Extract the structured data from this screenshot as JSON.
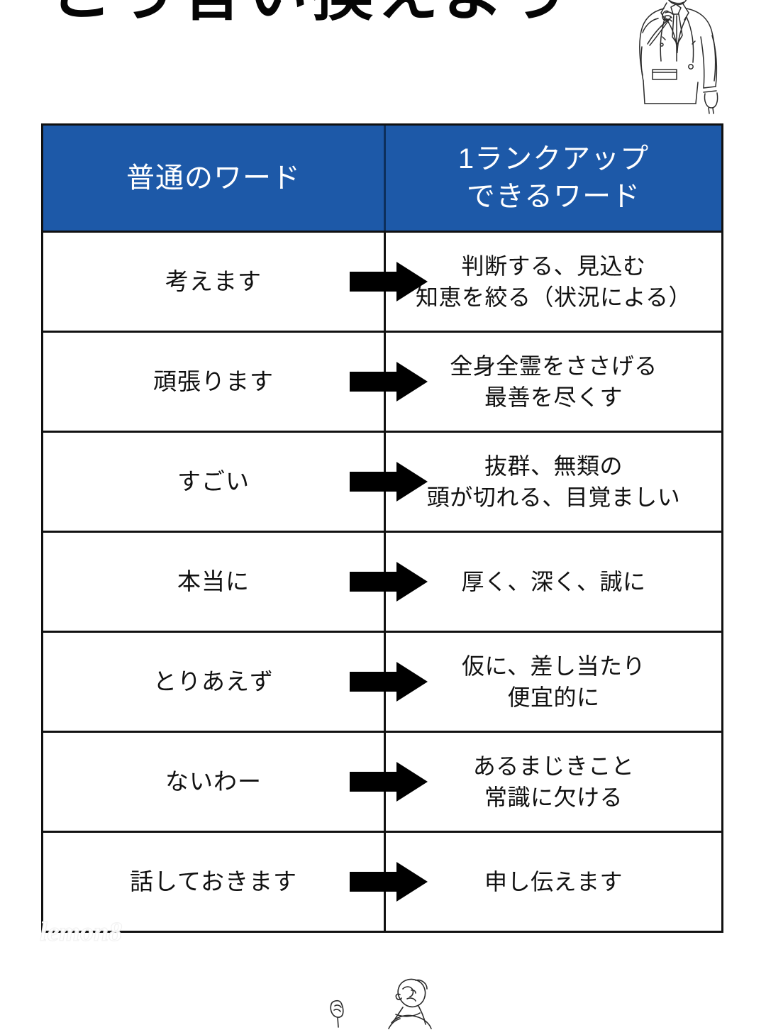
{
  "page": {
    "title": "こう言い換えよう",
    "background_color": "#ffffff",
    "accent_color": "#1d59a8",
    "line_color": "#111111"
  },
  "table": {
    "headers": {
      "left": "普通のワード",
      "right_line1": "1ランクアップ",
      "right_line2": "できるワード"
    },
    "arrow_icon": "right-arrow-icon",
    "rows": [
      {
        "plain": "考えます",
        "upgraded": "判断する、見込む\n知恵を絞る（状況による）"
      },
      {
        "plain": "頑張ります",
        "upgraded": "全身全霊をささげる\n最善を尽くす"
      },
      {
        "plain": "すごい",
        "upgraded": "抜群、無類の\n頭が切れる、目覚ましい"
      },
      {
        "plain": "本当に",
        "upgraded": "厚く、深く、誠に"
      },
      {
        "plain": "とりあえず",
        "upgraded": "仮に、差し当たり\n便宜的に"
      },
      {
        "plain": "ないわー",
        "upgraded": "あるまじきこと\n常識に欠ける"
      },
      {
        "plain": "話しておきます",
        "upgraded": "申し伝えます"
      }
    ]
  },
  "watermark": {
    "text": "lemon8"
  },
  "illustrations": {
    "top_right": "businessman-adjusting-tie-illustration",
    "bottom": "person-line-art-illustration"
  }
}
